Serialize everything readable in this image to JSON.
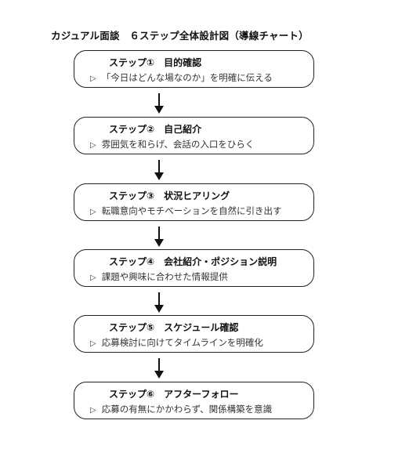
{
  "title": "カジュアル面談　６ステップ全体設計図（導線チャート）",
  "steps": [
    {
      "label": "ステップ①",
      "name": "目的確認",
      "desc": "「今日はどんな場なのか」を明確に伝える"
    },
    {
      "label": "ステップ②",
      "name": "自己紹介",
      "desc": "雰囲気を和らげ、会話の入口をひらく"
    },
    {
      "label": "ステップ③",
      "name": "状況ヒアリング",
      "desc": "転職意向やモチベーションを自然に引き出す"
    },
    {
      "label": "ステップ④",
      "name": "会社紹介・ポジション説明",
      "desc": "課題や興味に合わせた情報提供"
    },
    {
      "label": "ステップ⑤",
      "name": "スケジュール確認",
      "desc": "応募検討に向けてタイムラインを明確化"
    },
    {
      "label": "ステップ⑥",
      "name": "アフターフォロー",
      "desc": "応募の有無にかかわらず、関係構築を意識"
    }
  ],
  "bullet_icon": "hollow-right-triangle-icon"
}
